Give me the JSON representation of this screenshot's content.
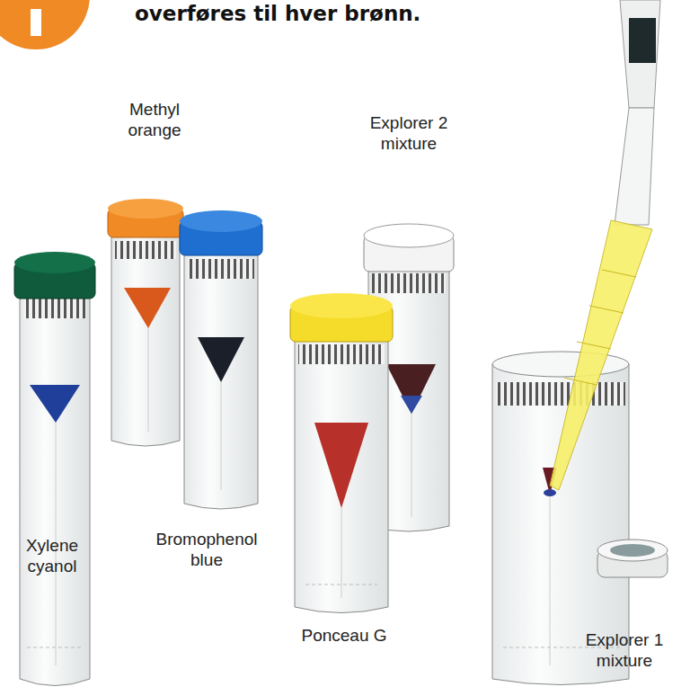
{
  "diagram": {
    "labels": [
      "overføres til hver brønn.",
      "Methyl orange",
      "Explorer 2 mixture",
      "Xylene cyanol",
      "Bromophenol blue",
      "Ponceau G",
      "Explorer 1 mixture"
    ]
  }
}
